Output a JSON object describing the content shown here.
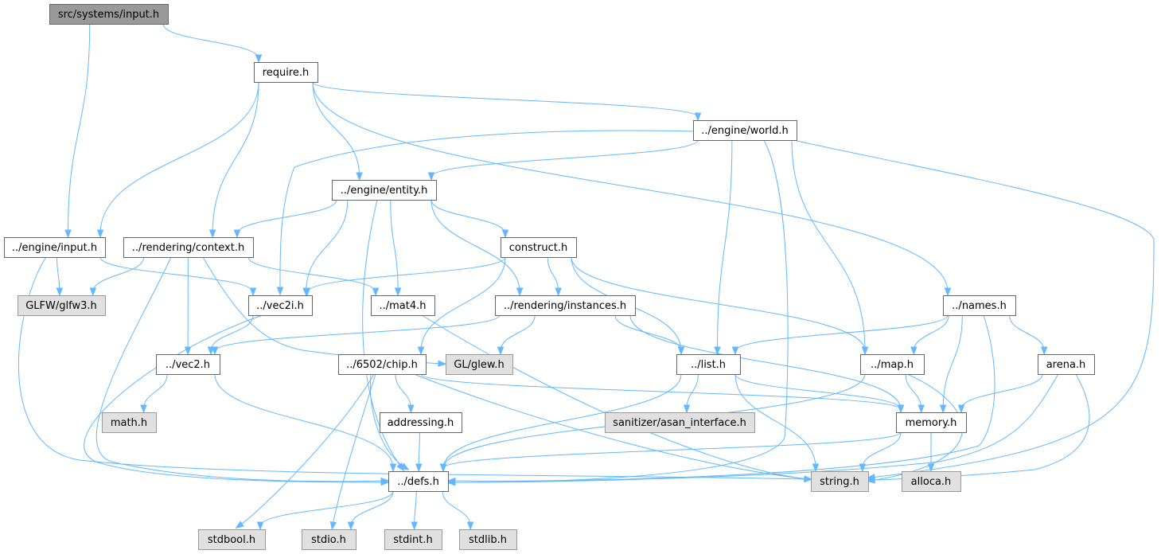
{
  "colors": {
    "edge": "#63b8ff",
    "root_fill": "#999999",
    "root_border": "#666666",
    "local_fill": "#ffffff",
    "local_border": "#666666",
    "system_fill": "#e0e0e0",
    "system_border": "#999999"
  },
  "nodes": [
    {
      "id": "input_h",
      "label": "src/systems/input.h",
      "kind": "root"
    },
    {
      "id": "require_h",
      "label": "require.h",
      "kind": "local"
    },
    {
      "id": "engine_world_h",
      "label": "../engine/world.h",
      "kind": "local"
    },
    {
      "id": "engine_entity_h",
      "label": "../engine/entity.h",
      "kind": "local"
    },
    {
      "id": "engine_input_h",
      "label": "../engine/input.h",
      "kind": "local"
    },
    {
      "id": "rendering_context_h",
      "label": "../rendering/context.h",
      "kind": "local"
    },
    {
      "id": "construct_h",
      "label": "construct.h",
      "kind": "local"
    },
    {
      "id": "glfw3_h",
      "label": "GLFW/glfw3.h",
      "kind": "system"
    },
    {
      "id": "vec2i_h",
      "label": "../vec2i.h",
      "kind": "local"
    },
    {
      "id": "mat4_h",
      "label": "../mat4.h",
      "kind": "local"
    },
    {
      "id": "rendering_instances_h",
      "label": "../rendering/instances.h",
      "kind": "local"
    },
    {
      "id": "names_h",
      "label": "../names.h",
      "kind": "local"
    },
    {
      "id": "vec2_h",
      "label": "../vec2.h",
      "kind": "local"
    },
    {
      "id": "glew_h",
      "label": "GL/glew.h",
      "kind": "system"
    },
    {
      "id": "chip_h",
      "label": "../6502/chip.h",
      "kind": "local"
    },
    {
      "id": "list_h",
      "label": "../list.h",
      "kind": "local"
    },
    {
      "id": "map_h",
      "label": "../map.h",
      "kind": "local"
    },
    {
      "id": "arena_h",
      "label": "arena.h",
      "kind": "local"
    },
    {
      "id": "math_h",
      "label": "math.h",
      "kind": "system"
    },
    {
      "id": "addressing_h",
      "label": "addressing.h",
      "kind": "local"
    },
    {
      "id": "asan_h",
      "label": "sanitizer/asan_interface.h",
      "kind": "system"
    },
    {
      "id": "memory_h",
      "label": "memory.h",
      "kind": "local"
    },
    {
      "id": "defs_h",
      "label": "../defs.h",
      "kind": "local"
    },
    {
      "id": "string_h",
      "label": "string.h",
      "kind": "system"
    },
    {
      "id": "alloca_h",
      "label": "alloca.h",
      "kind": "system"
    },
    {
      "id": "stdbool_h",
      "label": "stdbool.h",
      "kind": "system"
    },
    {
      "id": "stdio_h",
      "label": "stdio.h",
      "kind": "system"
    },
    {
      "id": "stdint_h",
      "label": "stdint.h",
      "kind": "system"
    },
    {
      "id": "stdlib_h",
      "label": "stdlib.h",
      "kind": "system"
    }
  ],
  "edges": [
    {
      "from": "input_h",
      "to": "require_h"
    },
    {
      "from": "input_h",
      "to": "engine_input_h"
    },
    {
      "from": "require_h",
      "to": "engine_input_h"
    },
    {
      "from": "require_h",
      "to": "rendering_context_h"
    },
    {
      "from": "require_h",
      "to": "engine_entity_h"
    },
    {
      "from": "require_h",
      "to": "engine_world_h"
    },
    {
      "from": "require_h",
      "to": "names_h"
    },
    {
      "from": "engine_world_h",
      "to": "engine_entity_h"
    },
    {
      "from": "engine_world_h",
      "to": "vec2i_h"
    },
    {
      "from": "engine_world_h",
      "to": "list_h"
    },
    {
      "from": "engine_world_h",
      "to": "map_h"
    },
    {
      "from": "engine_world_h",
      "to": "defs_h"
    },
    {
      "from": "engine_world_h",
      "to": "string_h"
    },
    {
      "from": "engine_entity_h",
      "to": "rendering_context_h"
    },
    {
      "from": "engine_entity_h",
      "to": "construct_h"
    },
    {
      "from": "engine_entity_h",
      "to": "vec2i_h"
    },
    {
      "from": "engine_entity_h",
      "to": "mat4_h"
    },
    {
      "from": "engine_entity_h",
      "to": "rendering_instances_h"
    },
    {
      "from": "engine_entity_h",
      "to": "defs_h"
    },
    {
      "from": "engine_input_h",
      "to": "glfw3_h"
    },
    {
      "from": "engine_input_h",
      "to": "vec2i_h"
    },
    {
      "from": "engine_input_h",
      "to": "string_h"
    },
    {
      "from": "rendering_context_h",
      "to": "glfw3_h"
    },
    {
      "from": "rendering_context_h",
      "to": "mat4_h"
    },
    {
      "from": "rendering_context_h",
      "to": "vec2_h"
    },
    {
      "from": "rendering_context_h",
      "to": "glew_h"
    },
    {
      "from": "rendering_context_h",
      "to": "defs_h"
    },
    {
      "from": "construct_h",
      "to": "vec2i_h"
    },
    {
      "from": "construct_h",
      "to": "rendering_instances_h"
    },
    {
      "from": "construct_h",
      "to": "chip_h"
    },
    {
      "from": "construct_h",
      "to": "list_h"
    },
    {
      "from": "construct_h",
      "to": "map_h"
    },
    {
      "from": "vec2i_h",
      "to": "vec2_h"
    },
    {
      "from": "vec2i_h",
      "to": "defs_h"
    },
    {
      "from": "mat4_h",
      "to": "string_h"
    },
    {
      "from": "rendering_instances_h",
      "to": "vec2_h"
    },
    {
      "from": "rendering_instances_h",
      "to": "glew_h"
    },
    {
      "from": "rendering_instances_h",
      "to": "list_h"
    },
    {
      "from": "rendering_instances_h",
      "to": "memory_h"
    },
    {
      "from": "names_h",
      "to": "list_h"
    },
    {
      "from": "names_h",
      "to": "map_h"
    },
    {
      "from": "names_h",
      "to": "arena_h"
    },
    {
      "from": "names_h",
      "to": "memory_h"
    },
    {
      "from": "names_h",
      "to": "defs_h"
    },
    {
      "from": "vec2_h",
      "to": "math_h"
    },
    {
      "from": "vec2_h",
      "to": "defs_h"
    },
    {
      "from": "chip_h",
      "to": "addressing_h"
    },
    {
      "from": "chip_h",
      "to": "memory_h"
    },
    {
      "from": "chip_h",
      "to": "defs_h"
    },
    {
      "from": "chip_h",
      "to": "stdbool_h"
    },
    {
      "from": "chip_h",
      "to": "stdio_h"
    },
    {
      "from": "chip_h",
      "to": "string_h"
    },
    {
      "from": "list_h",
      "to": "asan_h"
    },
    {
      "from": "list_h",
      "to": "memory_h"
    },
    {
      "from": "list_h",
      "to": "defs_h"
    },
    {
      "from": "list_h",
      "to": "string_h"
    },
    {
      "from": "map_h",
      "to": "memory_h"
    },
    {
      "from": "map_h",
      "to": "defs_h"
    },
    {
      "from": "map_h",
      "to": "string_h"
    },
    {
      "from": "arena_h",
      "to": "memory_h"
    },
    {
      "from": "arena_h",
      "to": "defs_h"
    },
    {
      "from": "arena_h",
      "to": "string_h"
    },
    {
      "from": "addressing_h",
      "to": "defs_h"
    },
    {
      "from": "memory_h",
      "to": "alloca_h"
    },
    {
      "from": "memory_h",
      "to": "string_h"
    },
    {
      "from": "memory_h",
      "to": "defs_h"
    },
    {
      "from": "defs_h",
      "to": "stdbool_h"
    },
    {
      "from": "defs_h",
      "to": "stdio_h"
    },
    {
      "from": "defs_h",
      "to": "stdint_h"
    },
    {
      "from": "defs_h",
      "to": "stdlib_h"
    }
  ]
}
